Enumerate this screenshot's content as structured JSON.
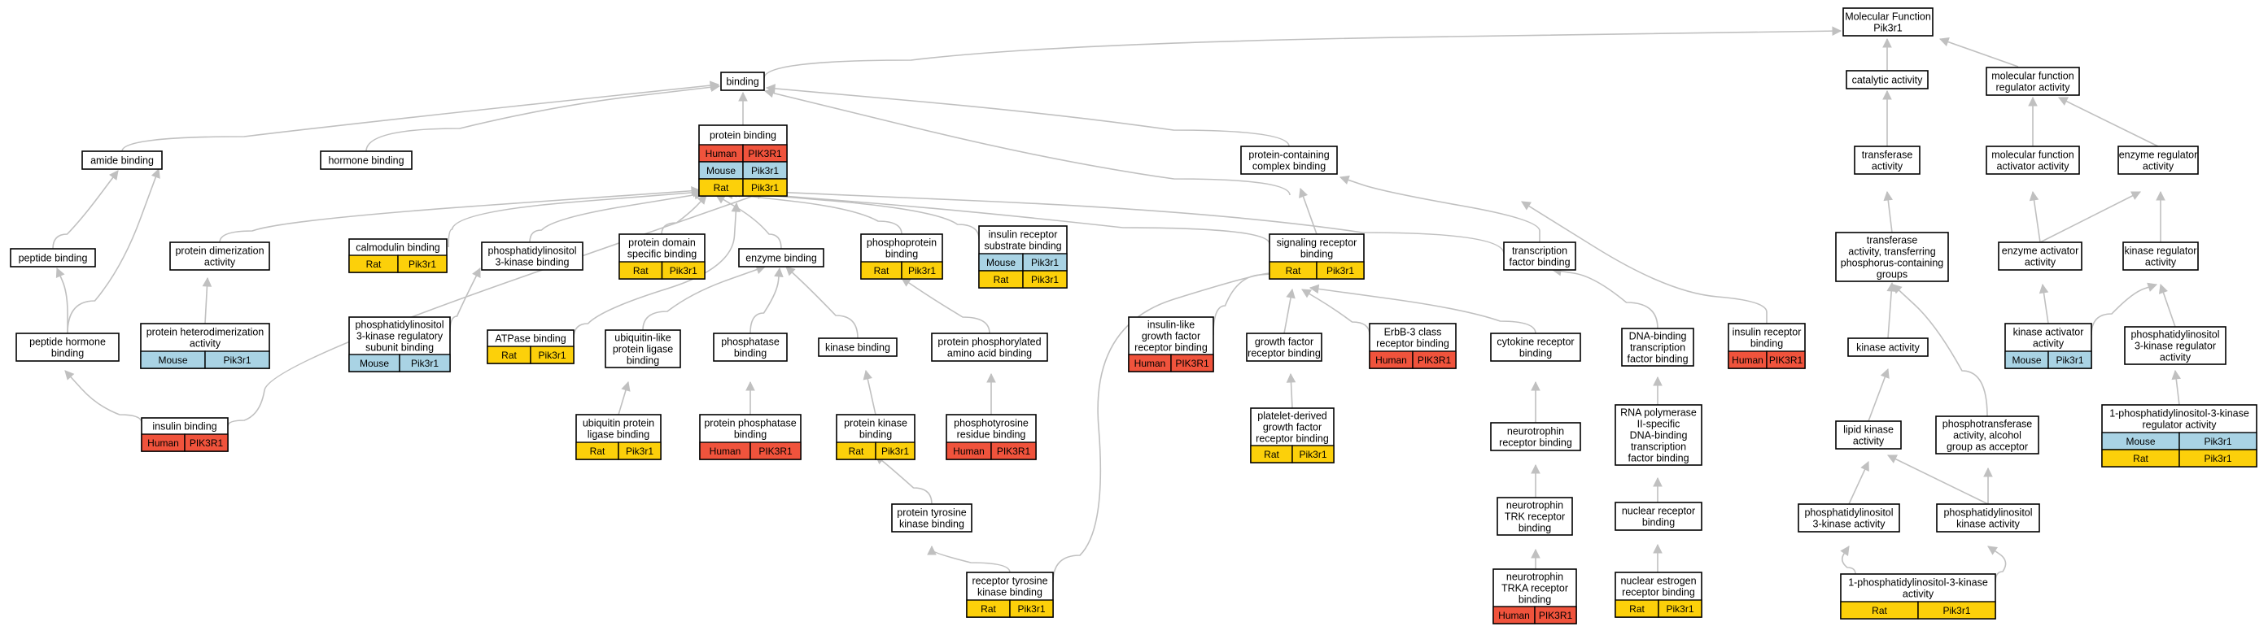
{
  "colors": {
    "Human": "#f0533c",
    "Mouse": "#a9d3e4",
    "Rat": "#fcd00a",
    "edge": "#c0c0c0"
  },
  "nodes": {
    "mf": {
      "label": [
        "Molecular Function",
        "Pik3r1"
      ],
      "rows": []
    },
    "binding": {
      "label": [
        "binding"
      ],
      "rows": []
    },
    "catalytic": {
      "label": [
        "catalytic activity"
      ],
      "rows": []
    },
    "mfreg": {
      "label": [
        "molecular function",
        "regulator activity"
      ],
      "rows": []
    },
    "amide": {
      "label": [
        "amide binding"
      ],
      "rows": []
    },
    "hormone": {
      "label": [
        "hormone binding"
      ],
      "rows": []
    },
    "protein": {
      "label": [
        "protein binding"
      ],
      "rows": [
        [
          "Human",
          "PIK3R1"
        ],
        [
          "Mouse",
          "Pik3r1"
        ],
        [
          "Rat",
          "Pik3r1"
        ]
      ]
    },
    "complex": {
      "label": [
        "protein-containing",
        "complex binding"
      ],
      "rows": []
    },
    "transferase": {
      "label": [
        "transferase",
        "activity"
      ],
      "rows": []
    },
    "mfact": {
      "label": [
        "molecular function",
        "activator activity"
      ],
      "rows": []
    },
    "enzreg": {
      "label": [
        "enzyme regulator",
        "activity"
      ],
      "rows": []
    },
    "peptide": {
      "label": [
        "peptide binding"
      ],
      "rows": []
    },
    "dimer": {
      "label": [
        "protein dimerization",
        "activity"
      ],
      "rows": []
    },
    "calmod": {
      "label": [
        "calmodulin binding"
      ],
      "rows": [
        [
          "Rat",
          "Pik3r1"
        ]
      ]
    },
    "pi3kbind": {
      "label": [
        "phosphatidylinositol",
        "3-kinase binding"
      ],
      "rows": []
    },
    "domain": {
      "label": [
        "protein domain",
        "specific binding"
      ],
      "rows": [
        [
          "Rat",
          "Pik3r1"
        ]
      ]
    },
    "enzyme": {
      "label": [
        "enzyme binding"
      ],
      "rows": []
    },
    "phosphoprot": {
      "label": [
        "phosphoprotein",
        "binding"
      ],
      "rows": [
        [
          "Rat",
          "Pik3r1"
        ]
      ]
    },
    "irs": {
      "label": [
        "insulin receptor",
        "substrate binding"
      ],
      "rows": [
        [
          "Mouse",
          "Pik3r1"
        ],
        [
          "Rat",
          "Pik3r1"
        ]
      ]
    },
    "signal": {
      "label": [
        "signaling receptor",
        "binding"
      ],
      "rows": [
        [
          "Rat",
          "Pik3r1"
        ]
      ]
    },
    "tfbind": {
      "label": [
        "transcription",
        "factor binding"
      ],
      "rows": []
    },
    "transphos": {
      "label": [
        "transferase",
        "activity, transferring",
        "phosphorus-containing",
        "groups"
      ],
      "rows": []
    },
    "enzact": {
      "label": [
        "enzyme activator",
        "activity"
      ],
      "rows": []
    },
    "kinreg": {
      "label": [
        "kinase regulator",
        "activity"
      ],
      "rows": []
    },
    "hetero": {
      "label": [
        "protein heterodimerization",
        "activity"
      ],
      "rows": [
        [
          "Mouse",
          "Pik3r1"
        ]
      ]
    },
    "pi3kreg_sub": {
      "label": [
        "phosphatidylinositol",
        "3-kinase regulatory",
        "subunit binding"
      ],
      "rows": [
        [
          "Mouse",
          "Pik3r1"
        ]
      ]
    },
    "peptidehorm": {
      "label": [
        "peptide hormone",
        "binding"
      ],
      "rows": []
    },
    "atpase": {
      "label": [
        "ATPase binding"
      ],
      "rows": [
        [
          "Rat",
          "Pik3r1"
        ]
      ]
    },
    "ubl": {
      "label": [
        "ubiquitin-like",
        "protein ligase",
        "binding"
      ],
      "rows": []
    },
    "phosphatase": {
      "label": [
        "phosphatase",
        "binding"
      ],
      "rows": []
    },
    "kinase": {
      "label": [
        "kinase binding"
      ],
      "rows": []
    },
    "phosphoaa": {
      "label": [
        "protein phosphorylated",
        "amino acid binding"
      ],
      "rows": []
    },
    "igf": {
      "label": [
        "insulin-like",
        "growth factor",
        "receptor binding"
      ],
      "rows": [
        [
          "Human",
          "PIK3R1"
        ]
      ]
    },
    "gfr": {
      "label": [
        "growth factor",
        "receptor binding"
      ],
      "rows": []
    },
    "erbb3": {
      "label": [
        "ErbB-3 class",
        "receptor binding"
      ],
      "rows": [
        [
          "Human",
          "PIK3R1"
        ]
      ]
    },
    "cytokine": {
      "label": [
        "cytokine receptor",
        "binding"
      ],
      "rows": []
    },
    "dnatf": {
      "label": [
        "DNA-binding",
        "transcription",
        "factor binding"
      ],
      "rows": []
    },
    "irbind": {
      "label": [
        "insulin receptor",
        "binding"
      ],
      "rows": [
        [
          "Human",
          "PIK3R1"
        ]
      ]
    },
    "kinact": {
      "label": [
        "kinase activity"
      ],
      "rows": []
    },
    "kinactivator": {
      "label": [
        "kinase activator",
        "activity"
      ],
      "rows": [
        [
          "Mouse",
          "Pik3r1"
        ]
      ]
    },
    "pi3kregact": {
      "label": [
        "phosphatidylinositol",
        "3-kinase regulator",
        "activity"
      ],
      "rows": []
    },
    "insulin": {
      "label": [
        "insulin binding"
      ],
      "rows": [
        [
          "Human",
          "PIK3R1"
        ]
      ]
    },
    "ubligase": {
      "label": [
        "ubiquitin protein",
        "ligase binding"
      ],
      "rows": [
        [
          "Rat",
          "Pik3r1"
        ]
      ]
    },
    "pp": {
      "label": [
        "protein phosphatase",
        "binding"
      ],
      "rows": [
        [
          "Human",
          "PIK3R1"
        ]
      ]
    },
    "pk": {
      "label": [
        "protein kinase",
        "binding"
      ],
      "rows": [
        [
          "Rat",
          "Pik3r1"
        ]
      ]
    },
    "ptyr": {
      "label": [
        "phosphotyrosine",
        "residue binding"
      ],
      "rows": [
        [
          "Human",
          "PIK3R1"
        ]
      ]
    },
    "pdgf": {
      "label": [
        "platelet-derived",
        "growth factor",
        "receptor binding"
      ],
      "rows": [
        [
          "Rat",
          "Pik3r1"
        ]
      ]
    },
    "neuro": {
      "label": [
        "neurotrophin",
        "receptor binding"
      ],
      "rows": []
    },
    "rnapol": {
      "label": [
        "RNA polymerase",
        "II-specific",
        "DNA-binding",
        "transcription",
        "factor binding"
      ],
      "rows": []
    },
    "lipidk": {
      "label": [
        "lipid kinase",
        "activity"
      ],
      "rows": []
    },
    "phosphotrans": {
      "label": [
        "phosphotransferase",
        "activity, alcohol",
        "group as acceptor"
      ],
      "rows": []
    },
    "pi3kreg1": {
      "label": [
        "1-phosphatidylinositol-3-kinase",
        "regulator activity"
      ],
      "rows": [
        [
          "Mouse",
          "Pik3r1"
        ],
        [
          "Rat",
          "Pik3r1"
        ]
      ]
    },
    "ptk": {
      "label": [
        "protein tyrosine",
        "kinase binding"
      ],
      "rows": []
    },
    "trk": {
      "label": [
        "neurotrophin",
        "TRK receptor",
        "binding"
      ],
      "rows": []
    },
    "nrb": {
      "label": [
        "nuclear receptor",
        "binding"
      ],
      "rows": []
    },
    "pi3k": {
      "label": [
        "phosphatidylinositol",
        "3-kinase activity"
      ],
      "rows": []
    },
    "pik": {
      "label": [
        "phosphatidylinositol",
        "kinase activity"
      ],
      "rows": []
    },
    "rtk": {
      "label": [
        "receptor tyrosine",
        "kinase binding"
      ],
      "rows": [
        [
          "Rat",
          "Pik3r1"
        ]
      ]
    },
    "trka": {
      "label": [
        "neurotrophin",
        "TRKA receptor",
        "binding"
      ],
      "rows": [
        [
          "Human",
          "PIK3R1"
        ]
      ]
    },
    "ner": {
      "label": [
        "nuclear estrogen",
        "receptor binding"
      ],
      "rows": [
        [
          "Rat",
          "Pik3r1"
        ]
      ]
    },
    "pi3k1": {
      "label": [
        "1-phosphatidylinositol-3-kinase",
        "activity"
      ],
      "rows": [
        [
          "Rat",
          "Pik3r1"
        ]
      ]
    }
  }
}
